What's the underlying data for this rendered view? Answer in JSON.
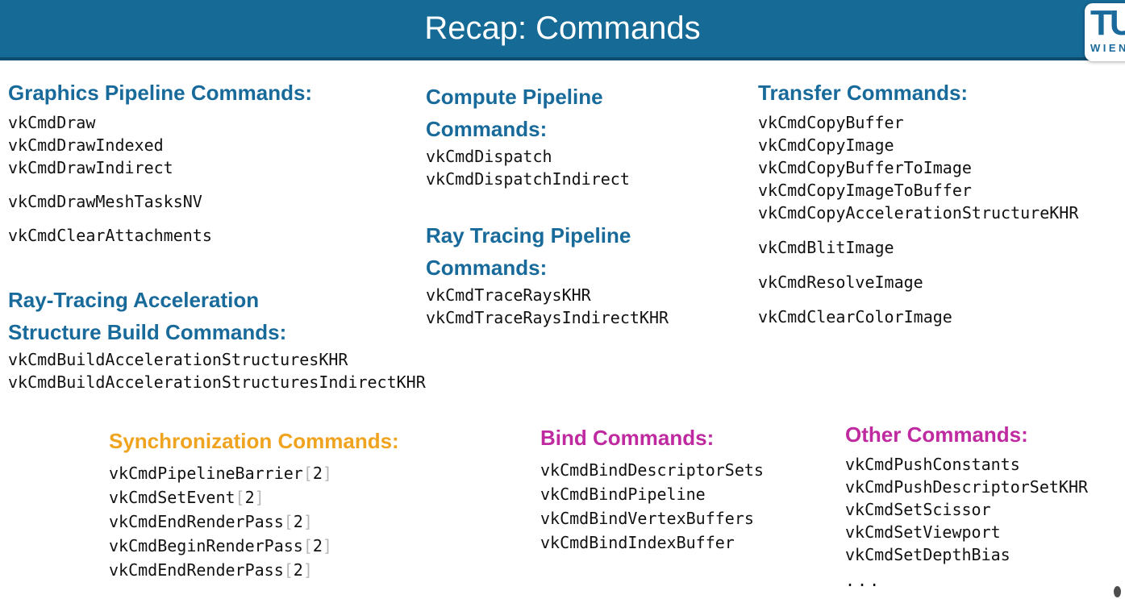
{
  "header": {
    "title": "Recap: Commands"
  },
  "logo": {
    "tu": "TU",
    "wien": "WIEN"
  },
  "colors": {
    "header_bg": "#156a96",
    "header_border": "#0e4d70",
    "heading_blue": "#176a9a",
    "heading_orange": "#f0a31e",
    "heading_magenta": "#bf2aa0",
    "code_text": "#111111",
    "bracket_gray": "#b8b8b8",
    "logo_blue": "#1b6a9c"
  },
  "sections": {
    "graphics": {
      "title": "Graphics Pipeline Commands:",
      "g1": [
        "vkCmdDraw",
        "vkCmdDrawIndexed",
        "vkCmdDrawIndirect"
      ],
      "g2": [
        "vkCmdDrawMeshTasksNV"
      ],
      "g3": [
        "vkCmdClearAttachments"
      ]
    },
    "rt_build": {
      "title1": "Ray-Tracing Acceleration",
      "title2": "Structure Build Commands:",
      "items": [
        "vkCmdBuildAccelerationStructuresKHR",
        "vkCmdBuildAccelerationStructuresIndirectKHR"
      ]
    },
    "compute": {
      "title1": "Compute Pipeline",
      "title2": "Commands:",
      "items": [
        "vkCmdDispatch",
        "vkCmdDispatchIndirect"
      ]
    },
    "raytracing": {
      "title1": "Ray Tracing Pipeline",
      "title2": "Commands:",
      "items": [
        "vkCmdTraceRaysKHR",
        "vkCmdTraceRaysIndirectKHR"
      ]
    },
    "transfer": {
      "title": "Transfer Commands:",
      "g1": [
        "vkCmdCopyBuffer",
        "vkCmdCopyImage",
        "vkCmdCopyBufferToImage",
        "vkCmdCopyImageToBuffer",
        "vkCmdCopyAccelerationStructureKHR"
      ],
      "g2": [
        "vkCmdBlitImage"
      ],
      "g3": [
        "vkCmdResolveImage"
      ],
      "g4": [
        "vkCmdClearColorImage"
      ]
    },
    "sync": {
      "title": "Synchronization Commands:",
      "bracket_open": "[",
      "bracket_close": "]",
      "items": [
        {
          "name": "vkCmdPipelineBarrier",
          "v": "2"
        },
        {
          "name": "vkCmdSetEvent",
          "v": "2"
        },
        {
          "name": "vkCmdEndRenderPass",
          "v": "2"
        },
        {
          "name": "vkCmdBeginRenderPass",
          "v": "2"
        },
        {
          "name": "vkCmdEndRenderPass",
          "v": "2"
        }
      ]
    },
    "bind": {
      "title": "Bind Commands:",
      "items": [
        "vkCmdBindDescriptorSets",
        "vkCmdBindPipeline",
        "vkCmdBindVertexBuffers",
        "vkCmdBindIndexBuffer"
      ]
    },
    "other": {
      "title": "Other Commands:",
      "items": [
        "vkCmdPushConstants",
        "vkCmdPushDescriptorSetKHR",
        "vkCmdSetScissor",
        "vkCmdSetViewport",
        "vkCmdSetDepthBias"
      ],
      "ellipsis": "..."
    }
  }
}
